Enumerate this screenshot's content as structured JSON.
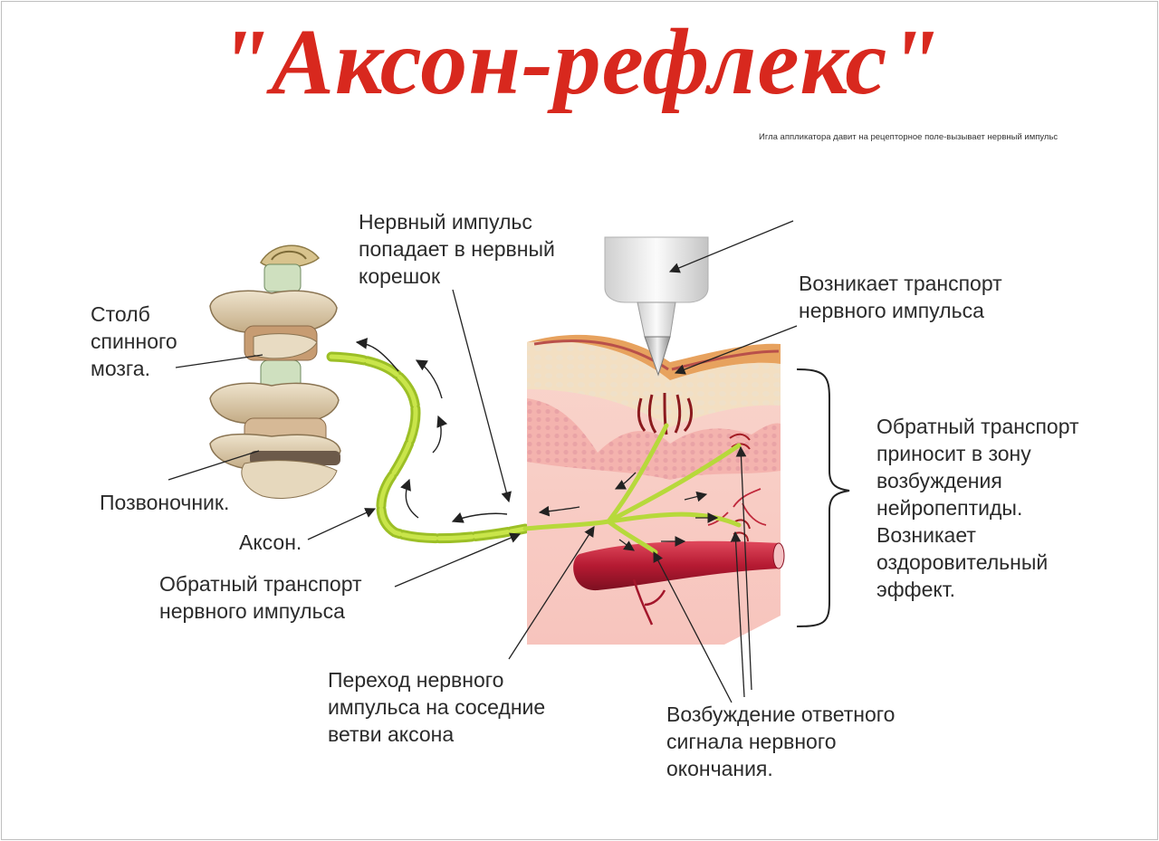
{
  "title": "\"Аксон-рефлекс\"",
  "subtitle": "Игла аппликатора давит на рецепторное поле-вызывает нервный импульс",
  "labels": {
    "spinal_column": [
      "Столб",
      "спинного",
      "мозга."
    ],
    "vertebra": "Позвоночник.",
    "axon": "Аксон.",
    "impulse_root": [
      "Нервный импульс",
      "попадает в нервный",
      "корешок"
    ],
    "transport_arises": [
      "Возникает транспорт",
      "нервного импульса"
    ],
    "reverse_effect": [
      "Обратный транспорт",
      "приносит в зону",
      "возбуждения",
      "нейропептиды.",
      "Возникает",
      "оздоровительный",
      "эффект."
    ],
    "reverse_transport": [
      "Обратный транспорт",
      "нервного импульса"
    ],
    "branch_transition": [
      "Переход нервного",
      "импульса на соседние",
      "ветви аксона"
    ],
    "response_signal": [
      "Возбуждение ответного",
      "сигнала нервного",
      "окончания."
    ]
  },
  "colors": {
    "title": "#d8281e",
    "axon": "#b7d93b",
    "skin_top": "#e7a25e",
    "dermis": "#f6c0b4",
    "vessel": "#b81d35",
    "bone": "#d9c7a6"
  }
}
